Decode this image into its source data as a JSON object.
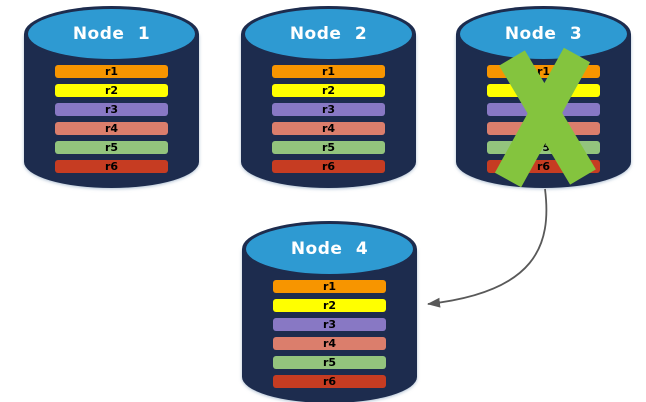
{
  "diagram": {
    "colors": {
      "cylinder_body": "#1D2C4E",
      "cylinder_top_face": "#2E9AD2",
      "title_text": "#FFFFFF",
      "row_text": "#000000"
    },
    "nodes": [
      {
        "title": "Node 1",
        "rows": [
          {
            "label": "r1",
            "color": "#F79500"
          },
          {
            "label": "r2",
            "color": "#FFFF00"
          },
          {
            "label": "r3",
            "color": "#8878C4"
          },
          {
            "label": "r4",
            "color": "#DB7E6C"
          },
          {
            "label": "r5",
            "color": "#93C47D"
          },
          {
            "label": "r6",
            "color": "#C63C22"
          }
        ]
      },
      {
        "title": "Node 2",
        "rows": [
          {
            "label": "r1",
            "color": "#F79500"
          },
          {
            "label": "r2",
            "color": "#FFFF00"
          },
          {
            "label": "r3",
            "color": "#8878C4"
          },
          {
            "label": "r4",
            "color": "#DB7E6C"
          },
          {
            "label": "r5",
            "color": "#93C47D"
          },
          {
            "label": "r6",
            "color": "#C63C22"
          }
        ]
      },
      {
        "title": "Node 3",
        "rows": [
          {
            "label": "r1",
            "color": "#F79500"
          },
          {
            "label": "r2",
            "color": "#FFFF00"
          },
          {
            "label": "r3",
            "color": "#8878C4"
          },
          {
            "label": "r4",
            "color": "#DB7E6C"
          },
          {
            "label": "r5",
            "color": "#93C47D"
          },
          {
            "label": "r6",
            "color": "#C63C22"
          }
        ]
      },
      {
        "title": "Node 4",
        "rows": [
          {
            "label": "r1",
            "color": "#F79500"
          },
          {
            "label": "r2",
            "color": "#FFFF00"
          },
          {
            "label": "r3",
            "color": "#8878C4"
          },
          {
            "label": "r4",
            "color": "#DB7E6C"
          },
          {
            "label": "r5",
            "color": "#93C47D"
          },
          {
            "label": "r6",
            "color": "#C63C22"
          }
        ]
      }
    ],
    "failure_x": {
      "node": "Node 3",
      "color": "#84C43E"
    },
    "arrow": {
      "from": "Node 3",
      "to": "Node 4",
      "color": "#595959"
    }
  }
}
